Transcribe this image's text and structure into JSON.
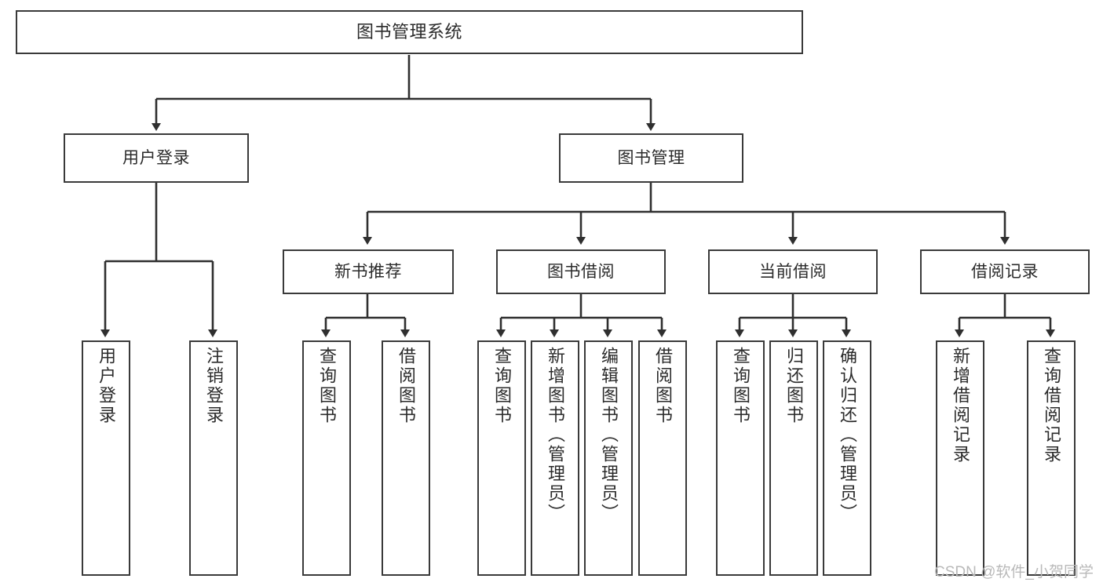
{
  "diagram": {
    "title": "图书管理系统",
    "type": "hierarchy-tree",
    "root": {
      "id": "root",
      "label": "图书管理系统"
    },
    "level1": [
      {
        "id": "user-login",
        "label": "用户登录"
      },
      {
        "id": "book-manage",
        "label": "图书管理"
      }
    ],
    "level2": [
      {
        "id": "new-book-rec",
        "label": "新书推荐",
        "parent": "book-manage"
      },
      {
        "id": "book-borrow",
        "label": "图书借阅",
        "parent": "book-manage"
      },
      {
        "id": "current-borrow",
        "label": "当前借阅",
        "parent": "book-manage"
      },
      {
        "id": "borrow-record",
        "label": "借阅记录",
        "parent": "book-manage"
      }
    ],
    "leaves": [
      {
        "id": "leaf-user-login",
        "label": "用户登录",
        "parent": "user-login"
      },
      {
        "id": "leaf-user-logout",
        "label": "注销登录",
        "parent": "user-login"
      },
      {
        "id": "leaf-rec-query-book",
        "label": "查询图书",
        "parent": "new-book-rec"
      },
      {
        "id": "leaf-rec-borrow-book",
        "label": "借阅图书",
        "parent": "new-book-rec"
      },
      {
        "id": "leaf-bb-query-book",
        "label": "查询图书",
        "parent": "book-borrow"
      },
      {
        "id": "leaf-bb-add-book",
        "label": "新增图书（管理员）",
        "parent": "book-borrow"
      },
      {
        "id": "leaf-bb-edit-book",
        "label": "编辑图书（管理员）",
        "parent": "book-borrow"
      },
      {
        "id": "leaf-bb-borrow-book",
        "label": "借阅图书",
        "parent": "book-borrow"
      },
      {
        "id": "leaf-cb-query-book",
        "label": "查询图书",
        "parent": "current-borrow"
      },
      {
        "id": "leaf-cb-return-book",
        "label": "归还图书",
        "parent": "current-borrow"
      },
      {
        "id": "leaf-cb-confirm-return",
        "label": "确认归还（管理员）",
        "parent": "current-borrow"
      },
      {
        "id": "leaf-br-add-record",
        "label": "新增借阅记录",
        "parent": "borrow-record"
      },
      {
        "id": "leaf-br-query-record",
        "label": "查询借阅记录",
        "parent": "borrow-record"
      }
    ],
    "colors": {
      "stroke": "#3a3a3a",
      "fill": "#ffffff",
      "text": "#2b2b2b",
      "watermark": "#b9b9b9"
    }
  },
  "watermark": {
    "text": "CSDN @软件_小贺同学"
  }
}
